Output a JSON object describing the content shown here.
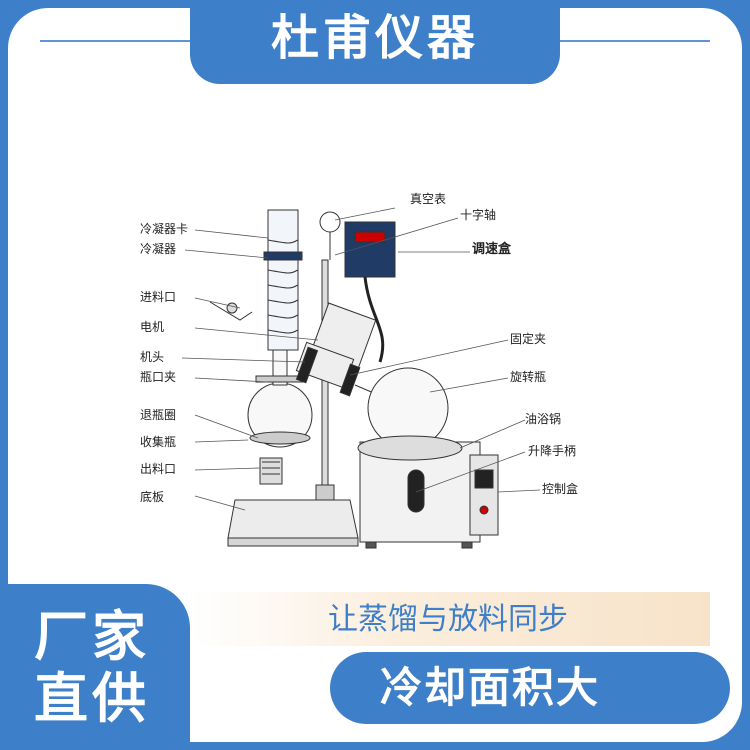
{
  "header": {
    "brand": "杜甫仪器"
  },
  "diagram": {
    "labels": {
      "vacuum_gauge": "真空表",
      "cross_shaft": "十字轴",
      "speed_box": "调速盒",
      "condenser_clamp": "冷凝器卡",
      "condenser": "冷凝器",
      "feed_port": "进料口",
      "motor": "电机",
      "head": "机头",
      "flask_clamp": "瓶口夹",
      "fixed_clamp": "固定夹",
      "rotating_flask": "旋转瓶",
      "flask_release_ring": "退瓶圈",
      "collecting_flask": "收集瓶",
      "oil_bath_pot": "油浴锅",
      "lift_handle": "升降手柄",
      "discharge_port": "出料口",
      "control_box": "控制盒",
      "base_plate": "底板"
    }
  },
  "badge": {
    "line1": "厂家",
    "line2": "直供"
  },
  "slogans": {
    "primary": "让蒸馏与放料同步",
    "secondary": "冷却面积大"
  },
  "colors": {
    "accent": "#3d7fc8",
    "slogan_band": "#f7e3c9",
    "background": "#ffffff"
  }
}
